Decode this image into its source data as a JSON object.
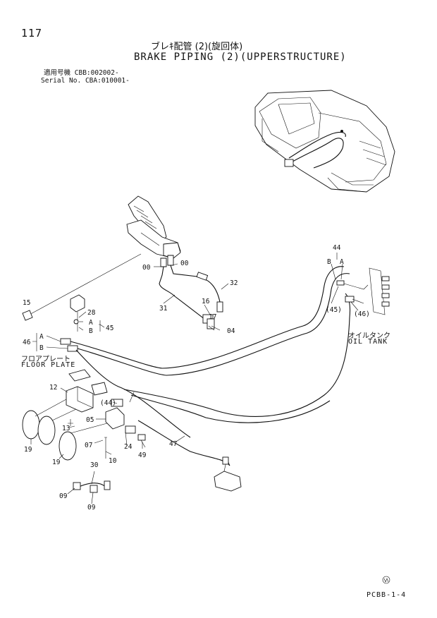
{
  "header": {
    "page_number": "117",
    "title_jp": "ブレｷ配管 (2)(旋回体)",
    "title_en": "BRAKE PIPING (2)(UPPERSTRUCTURE)",
    "applicable_label": "適用号機",
    "applicable_value": "CBB:002002-",
    "serial_label": "Serial No.",
    "serial_value": "CBA:010001-"
  },
  "labels": {
    "oil_tank_jp": "オイルタンク",
    "oil_tank_en": "OIL TANK",
    "floor_plate_jp": "フロアプレート",
    "floor_plate_en": "FLOOR PLATE"
  },
  "callouts": {
    "c00a": "00",
    "c00b": "00",
    "c32": "32",
    "c31": "31",
    "c16": "16",
    "c17": "17",
    "c04": "04",
    "c15": "15",
    "c28": "28",
    "cA1": "A",
    "cB1": "B",
    "c45": "45",
    "c46": "46",
    "cA2": "A",
    "cB2": "B",
    "c44": "44",
    "cB3": "B",
    "cA3": "A",
    "c45p": "(45)",
    "c46p": "(46)",
    "c12": "12",
    "c44p": "(44)",
    "c05": "05",
    "c13": "13",
    "c19a": "19",
    "c19b": "19",
    "c07": "07",
    "c24": "24",
    "c10": "10",
    "c49": "49",
    "c47": "47",
    "c30": "30",
    "c09a": "09",
    "c09b": "09"
  },
  "footer": {
    "code": "PCBB-1-4"
  }
}
